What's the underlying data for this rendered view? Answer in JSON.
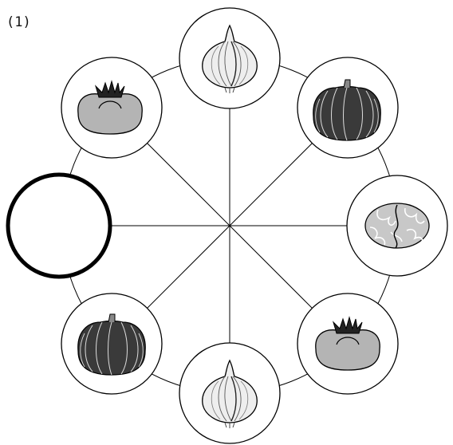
{
  "problem_label": "(1)",
  "colors": {
    "line": "#000000",
    "onion_fill": "#eeeeee",
    "pumpkin_fill": "#3a3a3a",
    "tomato_fill": "#b4b4b4",
    "tomato_leaf": "#222222",
    "cabbage_fill": "#c8c8c8",
    "cabbage_vein": "#ffffff"
  },
  "diagram": {
    "items": [
      {
        "position": "top",
        "icon": "onion-icon"
      },
      {
        "position": "top-right",
        "icon": "pumpkin-icon"
      },
      {
        "position": "right",
        "icon": "cabbage-icon"
      },
      {
        "position": "bottom-right",
        "icon": "tomato-icon"
      },
      {
        "position": "bottom",
        "icon": "onion-icon"
      },
      {
        "position": "bottom-left",
        "icon": "pumpkin-icon"
      },
      {
        "position": "left",
        "icon": "blank-answer-circle"
      },
      {
        "position": "top-left",
        "icon": "tomato-icon"
      }
    ]
  }
}
